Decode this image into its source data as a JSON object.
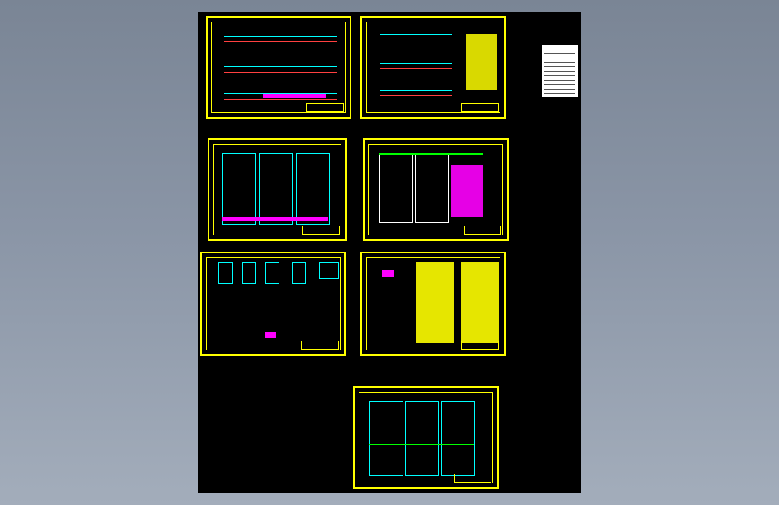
{
  "viewport": {
    "background": "#8a95a6",
    "canvas_background": "#000000"
  },
  "colors": {
    "frame": "#ffff00",
    "structure": "#00ffff",
    "highlight": "#ff00ff",
    "rebar": "#00ff00",
    "dimension": "#ff4040"
  },
  "sheets": [
    {
      "id": "sheet-1",
      "kind": "beam-elevations",
      "title": ""
    },
    {
      "id": "sheet-2",
      "kind": "beam-elevations-with-table",
      "title": ""
    },
    {
      "id": "sheet-3",
      "kind": "pool-plan",
      "title": ""
    },
    {
      "id": "sheet-4",
      "kind": "pool-plan-reinforcement",
      "title": ""
    },
    {
      "id": "sheet-5",
      "kind": "section-details",
      "title": ""
    },
    {
      "id": "sheet-6",
      "kind": "rebar-schedule",
      "title": ""
    },
    {
      "id": "sheet-7",
      "kind": "wall-elevation",
      "title": ""
    }
  ],
  "legend_icon": "table-legend-icon"
}
